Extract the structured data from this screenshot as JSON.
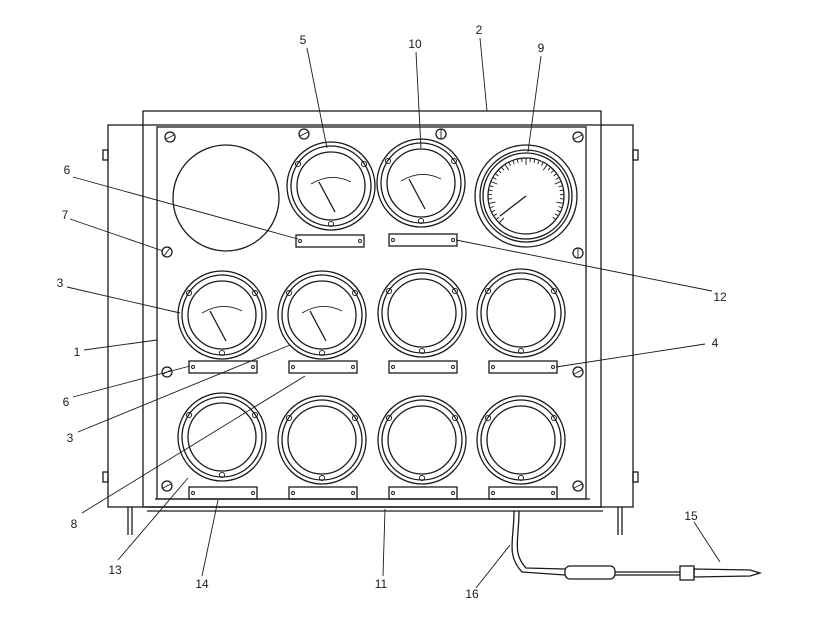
{
  "callouts": [
    {
      "id": "c5",
      "text": "5"
    },
    {
      "id": "c10",
      "text": "10"
    },
    {
      "id": "c2",
      "text": "2"
    },
    {
      "id": "c9",
      "text": "9"
    },
    {
      "id": "c6a",
      "text": "6"
    },
    {
      "id": "c7",
      "text": "7"
    },
    {
      "id": "c3a",
      "text": "3"
    },
    {
      "id": "c1",
      "text": "1"
    },
    {
      "id": "c6b",
      "text": "6"
    },
    {
      "id": "c3b",
      "text": "3"
    },
    {
      "id": "c8",
      "text": "8"
    },
    {
      "id": "c13",
      "text": "13"
    },
    {
      "id": "c14",
      "text": "14"
    },
    {
      "id": "c11",
      "text": "11"
    },
    {
      "id": "c16",
      "text": "16"
    },
    {
      "id": "c15",
      "text": "15"
    },
    {
      "id": "c12",
      "text": "12"
    },
    {
      "id": "c4",
      "text": "4"
    }
  ]
}
